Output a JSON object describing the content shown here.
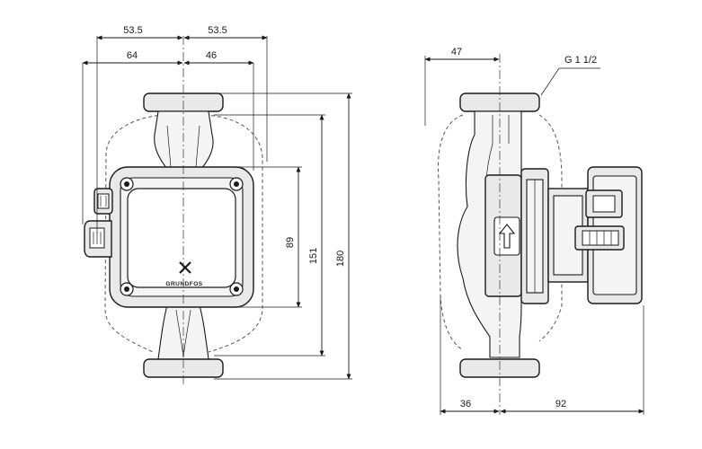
{
  "front_view": {
    "dims": {
      "top_left": "53.5",
      "top_right": "53.5",
      "second_left": "64",
      "second_right": "46",
      "v_inner": "89",
      "v_middle": "151",
      "v_outer": "180"
    },
    "logo_text": "GRUNDFOS"
  },
  "side_view": {
    "dims": {
      "top": "47",
      "bottom_left": "36",
      "bottom_right": "92"
    },
    "thread_label": "G 1 1/2"
  }
}
